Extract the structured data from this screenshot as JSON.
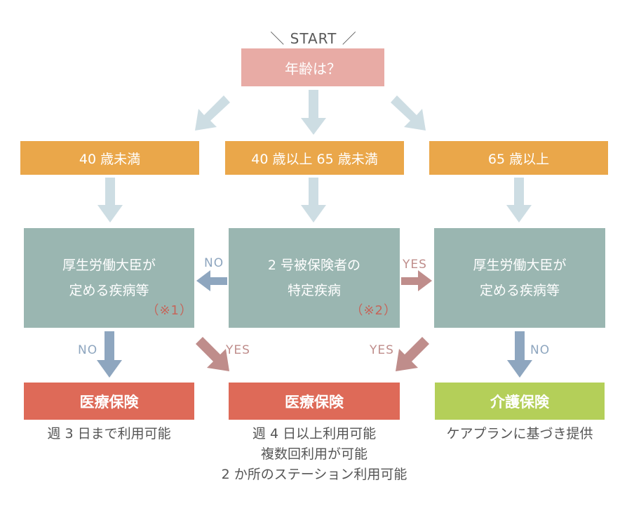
{
  "start": {
    "label": "＼ START ／",
    "question": "年齢は？"
  },
  "age_groups": {
    "under40": "40 歳未満",
    "from40to65": "40 歳以上 65 歳未満",
    "over65": "65 歳以上"
  },
  "conditions": {
    "left": {
      "line1": "厚生労働大臣が",
      "line2": "定める疾病等",
      "note": "（※1）"
    },
    "center": {
      "line1": "2 号被保険者の",
      "line2": "特定疾病",
      "note": "（※2）"
    },
    "right": {
      "line1": "厚生労働大臣が",
      "line2": "定める疾病等"
    }
  },
  "answers": {
    "no": "NO",
    "yes": "YES"
  },
  "results": {
    "left": {
      "label": "医療保険",
      "desc": [
        "週 3 日まで利用可能"
      ]
    },
    "center": {
      "label": "医療保険",
      "desc": [
        "週 4 日以上利用可能",
        "複数回利用が可能",
        "2 か所のステーション利用可能"
      ]
    },
    "right": {
      "label": "介護保険",
      "desc": [
        "ケアプランに基づき提供"
      ]
    }
  },
  "colors": {
    "question_box": "#e8aba5",
    "age_box": "#eaa74a",
    "condition_box": "#9ab6b1",
    "result_medical": "#de6a58",
    "result_care": "#b4cf59",
    "arrow_light": "#cddde3",
    "arrow_no": "#8ea6bf",
    "arrow_yes": "#bf8d8b",
    "note_text": "#c5655a"
  }
}
